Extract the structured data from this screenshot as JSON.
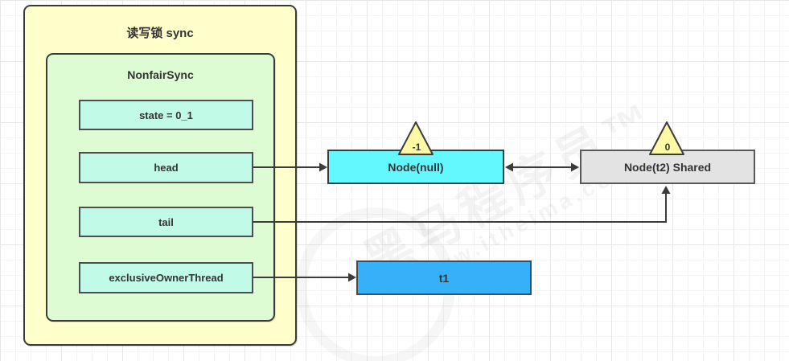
{
  "diagram": {
    "sync_container": {
      "title": "读写锁 sync"
    },
    "nonfair_sync": {
      "title": "NonfairSync"
    },
    "fields": {
      "state": "state = 0_1",
      "head": "head",
      "tail": "tail",
      "exclusive_owner_thread": "exclusiveOwnerThread"
    },
    "nodes": {
      "node_null": {
        "label": "Node(null)",
        "wait_status": "-1"
      },
      "node_t2": {
        "label": "Node(t2) Shared",
        "wait_status": "0"
      },
      "t1": {
        "label": "t1"
      }
    }
  },
  "watermark": {
    "brand": "黑马程序员™",
    "url": "www.itheima.com"
  },
  "colors": {
    "outer_container_bg": "#FFFFCC",
    "inner_container_bg": "#DDFCD3",
    "field_bg": "#C1FAE7",
    "node_null_bg": "#63F8FE",
    "node_t2_bg": "#E3E3E3",
    "t1_bg": "#36B0F9",
    "triangle_bg": "#FFF9A6",
    "border": "#3b3b3b",
    "text": "#333333"
  }
}
